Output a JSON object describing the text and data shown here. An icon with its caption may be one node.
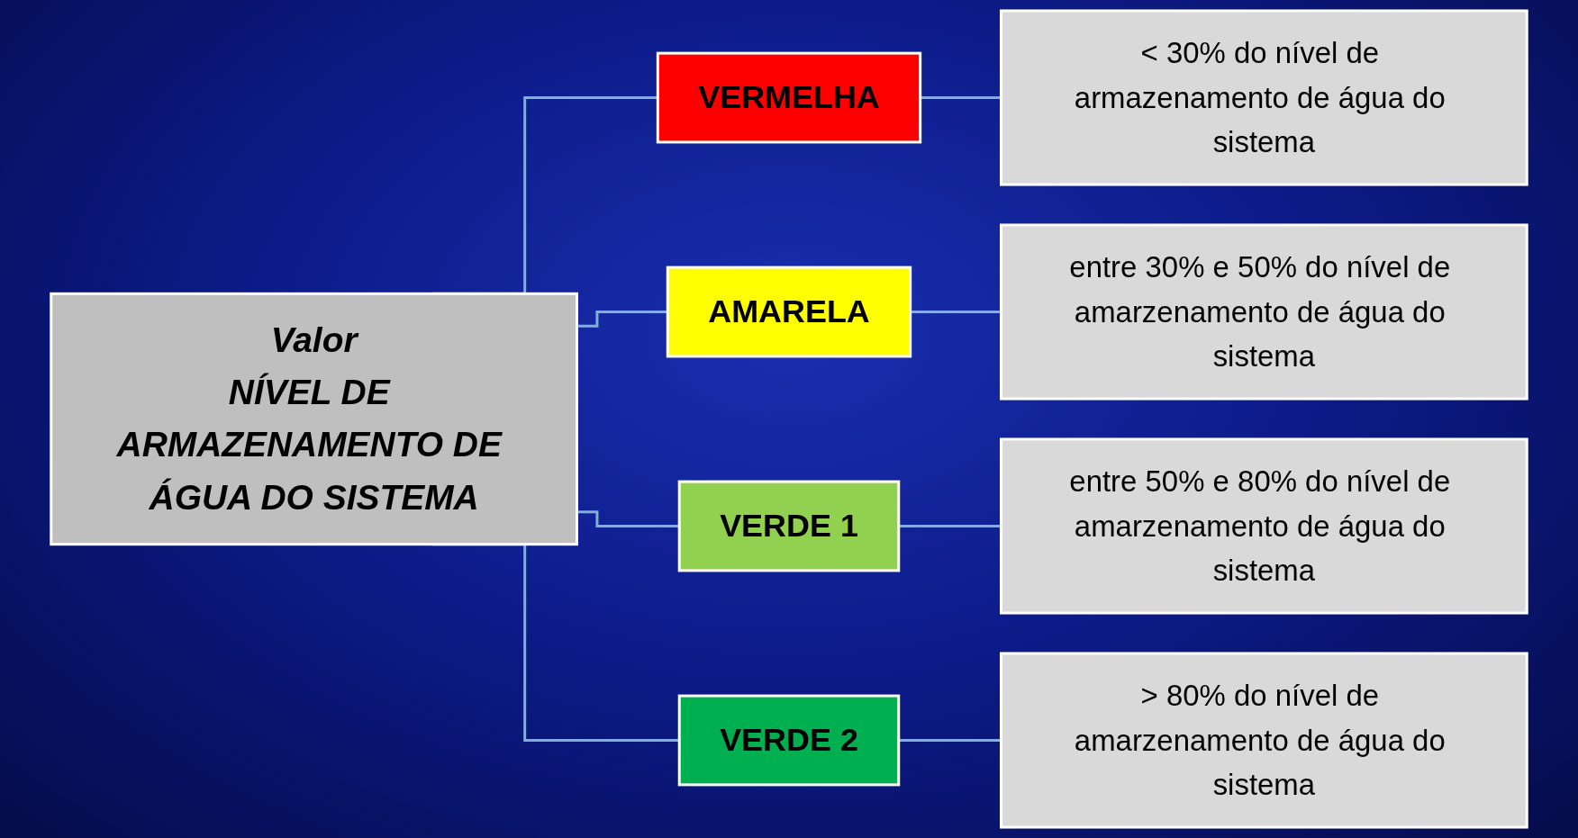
{
  "diagram": {
    "nodes": [
      {
        "text": [
          "Valor",
          "NÍVEL DE ARMAZENAMENTO DE ÁGUA DO SISTEMA"
        ]
      },
      {
        "text": [
          "VERMELHA"
        ]
      },
      {
        "text": [
          "AMARELA"
        ]
      },
      {
        "text": [
          "VERDE 1"
        ]
      },
      {
        "text": [
          "VERDE 2"
        ]
      },
      {
        "text": [
          "< 30% do nível de armazenamento de água do sistema"
        ]
      },
      {
        "text": [
          "entre 30% e 50% do nível de amarzenamento de água do sistema"
        ]
      },
      {
        "text": [
          "entre 50% e 80% do nível de amarzenamento de água do sistema"
        ]
      },
      {
        "text": [
          "> 80% do nível de amarzenamento de água do sistema"
        ]
      }
    ],
    "edges": [
      {
        "from": 0,
        "to": 1,
        "arrow": "none"
      },
      {
        "from": 0,
        "to": 2,
        "arrow": "none"
      },
      {
        "from": 0,
        "to": 3,
        "arrow": "none"
      },
      {
        "from": 0,
        "to": 4,
        "arrow": "none"
      },
      {
        "from": 1,
        "to": 5,
        "arrow": "none"
      },
      {
        "from": 2,
        "to": 6,
        "arrow": "none"
      },
      {
        "from": 3,
        "to": 7,
        "arrow": "none"
      },
      {
        "from": 4,
        "to": 8,
        "arrow": "none"
      }
    ]
  }
}
